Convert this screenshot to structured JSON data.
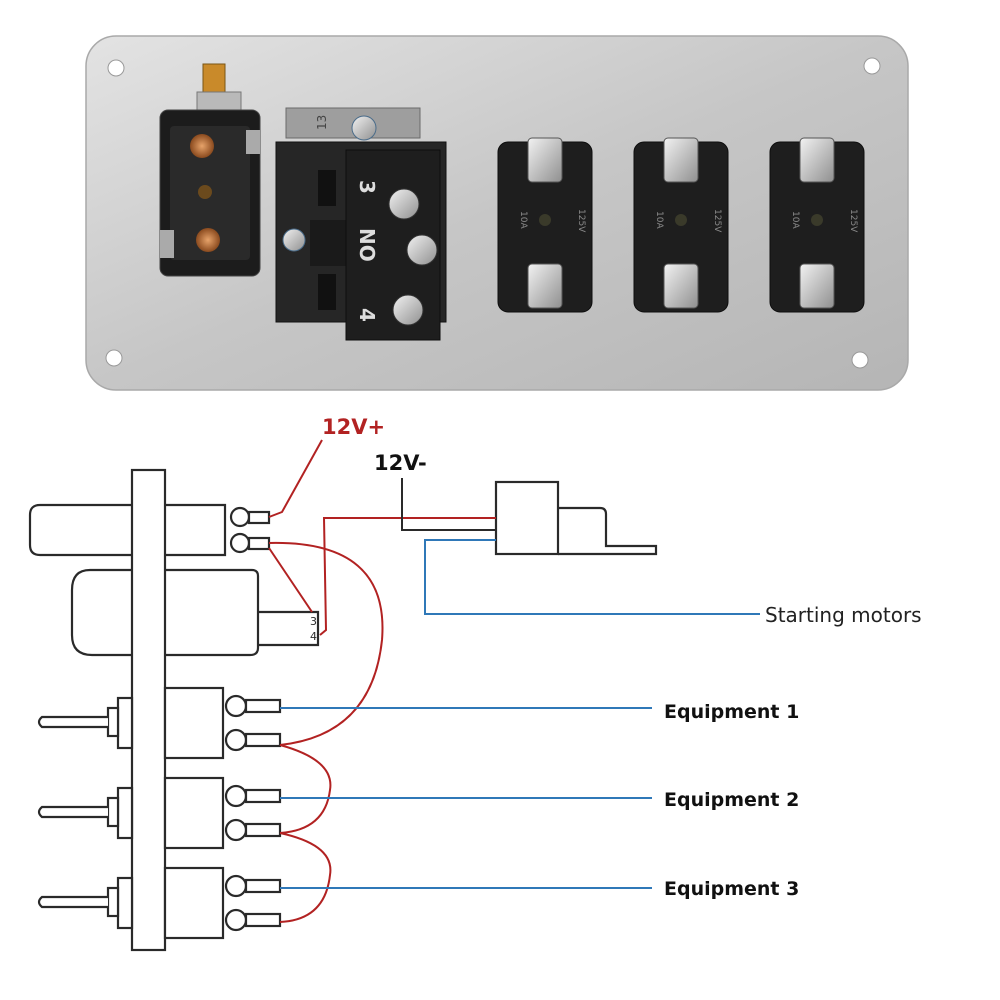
{
  "photo": {
    "switch_1": {
      "label_3": "3",
      "label_no": "NO",
      "label_4": "4"
    },
    "fuse_rating": "10A",
    "fuse_voltage": "125V",
    "plate_mark": "13"
  },
  "wiring": {
    "supply_positive": "12V+",
    "supply_negative": "12V-",
    "button_terminal_3": "3",
    "button_terminal_4": "4",
    "outputs": {
      "starting_motors": "Starting motors",
      "equipment_1": "Equipment 1",
      "equipment_2": "Equipment 2",
      "equipment_3": "Equipment 3"
    }
  },
  "colors": {
    "positive_wire": "#b22222",
    "load_wire": "#2f78b8",
    "outline": "#2a2a2a",
    "plate": "#c9c9c9"
  }
}
